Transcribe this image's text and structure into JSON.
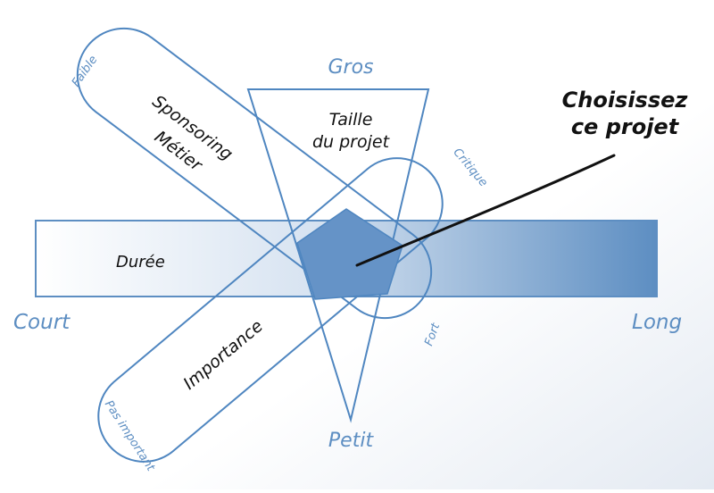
{
  "colors": {
    "accent": "#5d8ec2",
    "stroke": "#4f86c0",
    "highlight": "#6593c7",
    "ink": "#111111",
    "background": "#ffffff"
  },
  "labels": {
    "gros": "Gros",
    "petit": "Petit",
    "court": "Court",
    "long": "Long",
    "duree": "Durée",
    "taille_line1": "Taille",
    "taille_line2": "du projet",
    "sponsoring_line1": "Sponsoring",
    "sponsoring_line2": "Métier",
    "importance": "Importance",
    "faible": "Faible",
    "pas_important": "Pas important",
    "critique": "Critique",
    "fort": "Fort",
    "callout_line1": "Choisissez",
    "callout_line2": "ce projet"
  }
}
